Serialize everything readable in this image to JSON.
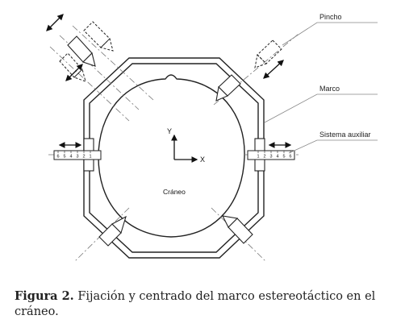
{
  "diagram": {
    "labels": {
      "pincho": "Pincho",
      "marco": "Marco",
      "sistema_auxiliar": "Sistema auxiliar",
      "craneo": "Cráneo",
      "axis_y": "Y",
      "axis_x": "X"
    },
    "ruler_left_numbers": [
      "6",
      "5",
      "4",
      "3",
      "2",
      "1"
    ],
    "ruler_right_numbers": [
      "1",
      "2",
      "3",
      "4",
      "5",
      "6"
    ]
  },
  "caption": {
    "label": "Figura 2.",
    "text": " Fijación y centrado del marco estereotáctico en el cráneo."
  }
}
